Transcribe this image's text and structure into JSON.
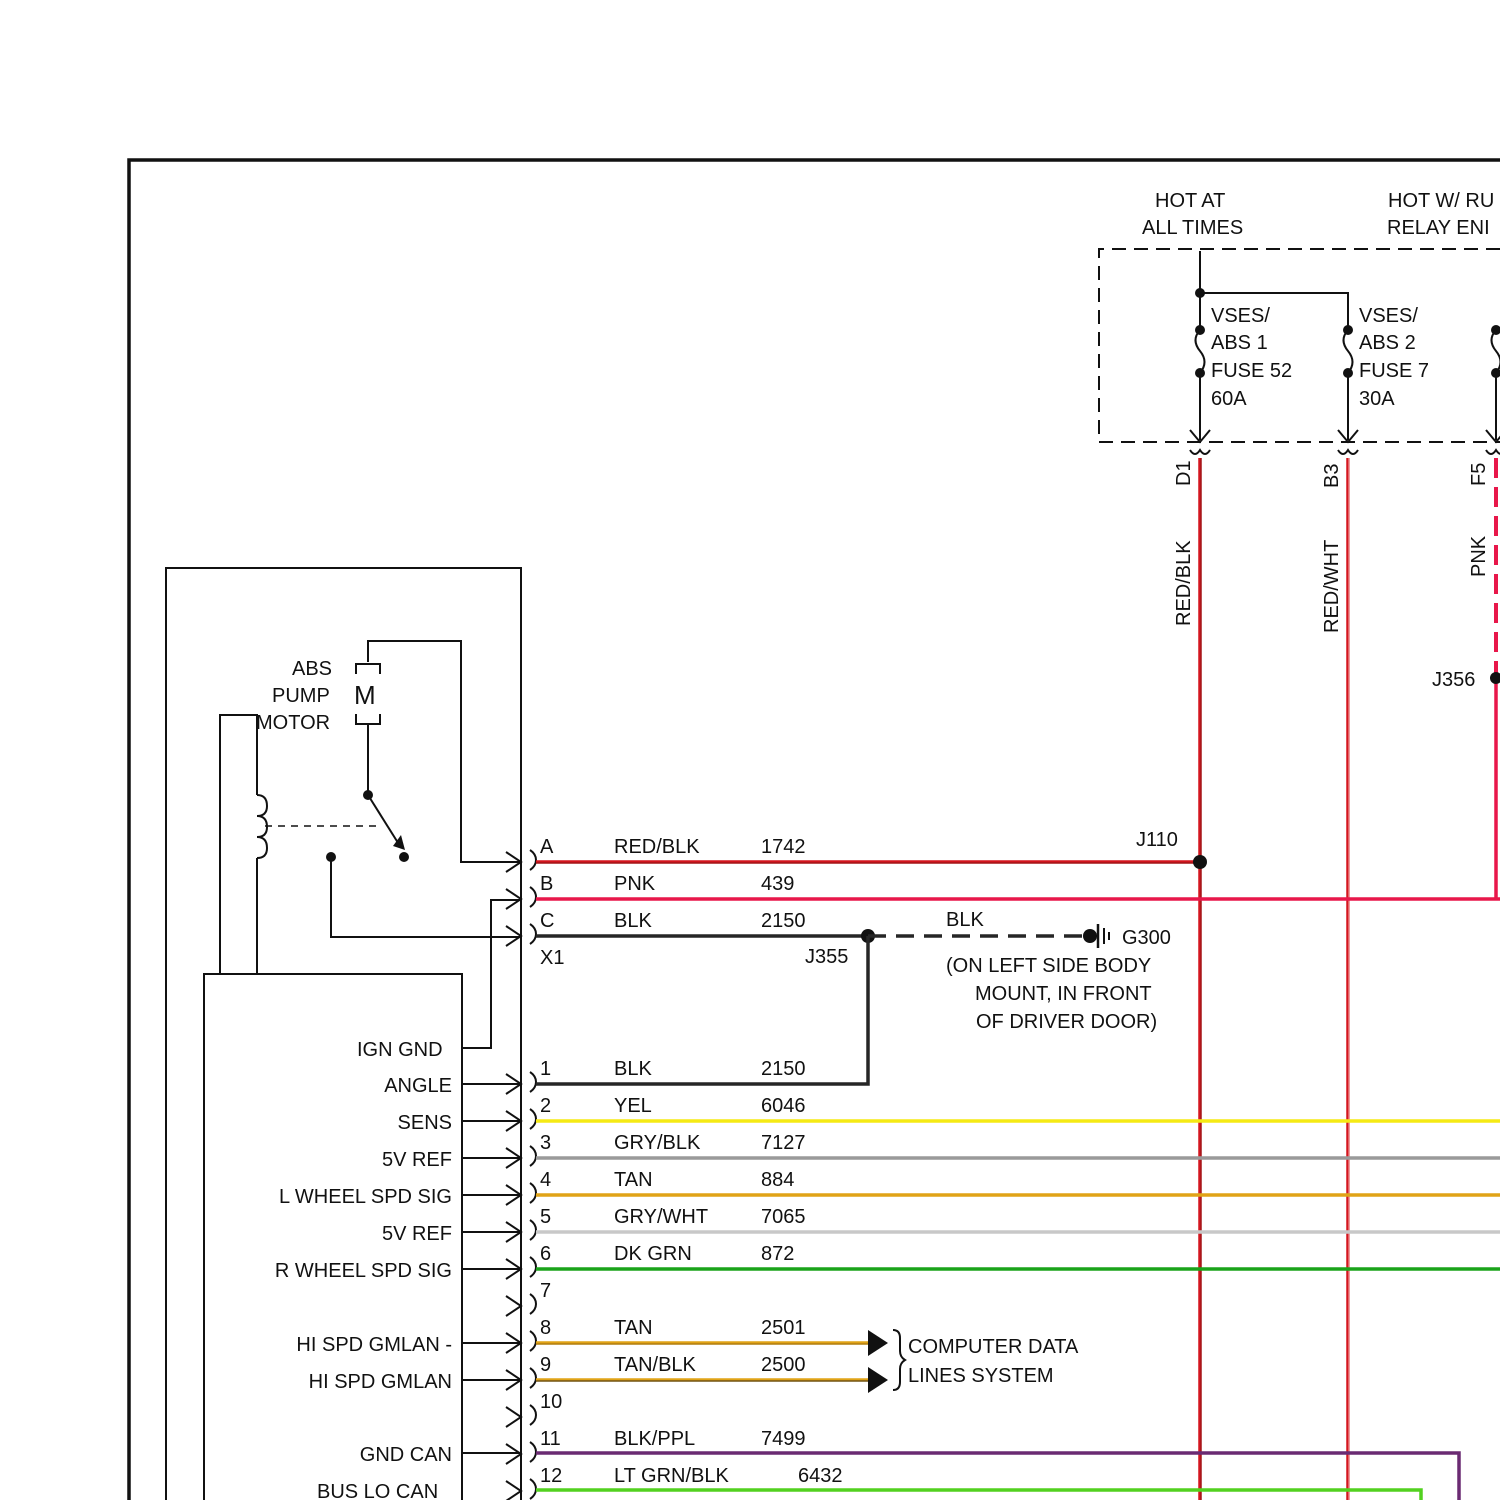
{
  "colors": {
    "outline": "#111111",
    "wire_colors": {
      "RED/BLK": "#d4161f",
      "RED/WHT": "#d4161f",
      "PNK": "#e8174a",
      "BLK": "#262626",
      "YEL": "#f5ea14",
      "GRY/BLK": "#9a9a9a",
      "TAN": "#e0a317",
      "GRY/WHT": "#c8c8c8",
      "DK GRN": "#1aa31a",
      "TAN/BLK": "#e0a317",
      "BLK/PPL": "#6a2a72",
      "LT GRN/BLK": "#52d11f"
    }
  },
  "fuse_block": {
    "hot_at_all_times": [
      "HOT AT",
      "ALL TIMES"
    ],
    "hot_w_run_relay": [
      "HOT W/ RU",
      "RELAY ENI"
    ],
    "fuse_52": [
      "VSES/",
      "ABS 1",
      "FUSE 52",
      "60A"
    ],
    "fuse_7": [
      "VSES/",
      "ABS 2",
      "FUSE 7",
      "30A"
    ]
  },
  "pins": {
    "d1": "D1",
    "b3": "B3",
    "f5": "F5"
  },
  "vertical_wires": {
    "d1_color": "RED/BLK",
    "b3_color": "RED/WHT",
    "f5_color": "PNK"
  },
  "splices": {
    "j110": "J110",
    "j355": "J355",
    "j356": "J356"
  },
  "motor": {
    "label": [
      "ABS",
      "PUMP",
      "MOTOR"
    ],
    "symbol": "M"
  },
  "connector_x1": {
    "name": "X1",
    "rows": [
      {
        "pin": "A",
        "color": "RED/BLK",
        "circuit": "1742"
      },
      {
        "pin": "B",
        "color": "PNK",
        "circuit": "439"
      },
      {
        "pin": "C",
        "color": "BLK",
        "circuit": "2150"
      }
    ]
  },
  "ground": {
    "wire_color": "BLK",
    "name": "G300",
    "location": [
      "(ON LEFT SIDE BODY",
      "MOUNT, IN FRONT",
      "OF DRIVER DOOR)"
    ]
  },
  "connector_x2": {
    "rows": [
      {
        "pin": "1",
        "color": "BLK",
        "circuit": "2150",
        "label": ""
      },
      {
        "pin": "2",
        "color": "YEL",
        "circuit": "6046",
        "label": "ANGLE"
      },
      {
        "pin": "3",
        "color": "GRY/BLK",
        "circuit": "7127",
        "label": "SENS"
      },
      {
        "pin": "4",
        "color": "TAN",
        "circuit": "884",
        "label": "5V REF"
      },
      {
        "pin": "5",
        "color": "GRY/WHT",
        "circuit": "7065",
        "label": "L WHEEL SPD SIG"
      },
      {
        "pin": "6",
        "color": "DK GRN",
        "circuit": "872",
        "label": "5V REF"
      },
      {
        "pin": "7",
        "color": "",
        "circuit": "",
        "label": "R WHEEL SPD SIG"
      },
      {
        "pin": "8",
        "color": "TAN",
        "circuit": "2501",
        "label": ""
      },
      {
        "pin": "9",
        "color": "TAN/BLK",
        "circuit": "2500",
        "label": "HI SPD GMLAN -"
      },
      {
        "pin": "10",
        "color": "",
        "circuit": "",
        "label": "HI SPD GMLAN"
      },
      {
        "pin": "11",
        "color": "BLK/PPL",
        "circuit": "7499",
        "label": ""
      },
      {
        "pin": "12",
        "color": "LT GRN/BLK",
        "circuit": "6432",
        "label": "GND CAN"
      }
    ]
  },
  "module_labels": {
    "ign_gnd": "IGN GND",
    "bus_lo_can": "BUS LO CAN"
  },
  "data_lines": [
    "COMPUTER DATA",
    "LINES SYSTEM"
  ]
}
